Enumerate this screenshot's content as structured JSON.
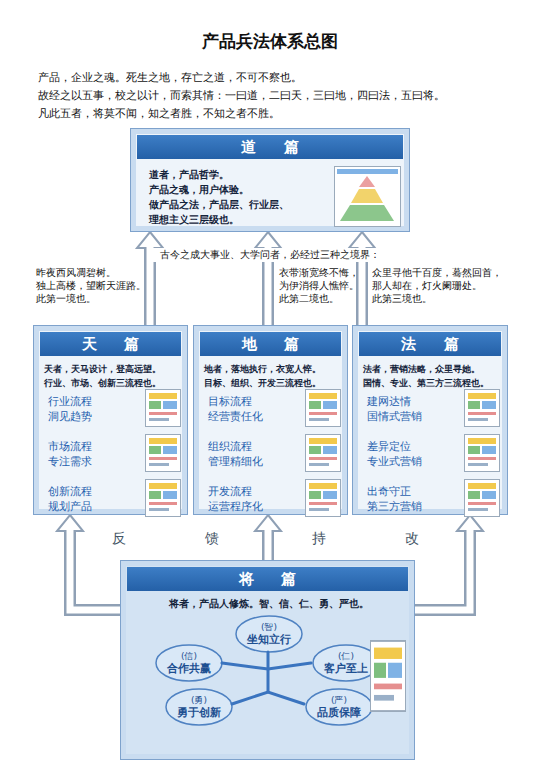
{
  "diagram": {
    "title": "产品兵法体系总图",
    "nodes": [
      {
        "text": [
          "道 篇",
          "道者，产品哲学。 产品之魂，用户体验。 做产品之法，产品层、行业层、 理想主义三层级也。"
        ]
      },
      {
        "text": [
          "天 篇",
          "天者，天马设计，登高远望。 行业、市场、创新三流程也。",
          "行业流程 洞见趋势",
          "市场流程 专注需求",
          "创新流程 规划产品"
        ]
      },
      {
        "text": [
          "地 篇",
          "地者，落地执行，衣宽人悴。 目标、组织、开发三流程也。",
          "目标流程 经营责任化",
          "组织流程 管理精细化",
          "开发流程 运营程序化"
        ]
      },
      {
        "text": [
          "法 篇",
          "法者，营销法略，众里寻她。 国情、专业、第三方三流程也。",
          "建网达情 国情式营销",
          "差异定位 专业式营销",
          "出奇守正 第三方营销"
        ]
      },
      {
        "text": [
          "将 篇",
          "将者，产品人修炼。智、信、仁、勇、严也。"
        ]
      },
      {
        "text": [
          "(智)",
          "坐知立行"
        ],
        "in": 4
      },
      {
        "text": [
          "(信)",
          "合作共赢"
        ],
        "in": 4
      },
      {
        "text": [
          "(仁)",
          "客户至上"
        ],
        "in": 4
      },
      {
        "text": [
          "(勇)",
          "勇于创新"
        ],
        "in": 4
      },
      {
        "text": [
          "(严)",
          "品质保障"
        ],
        "in": 4
      }
    ],
    "edges": [
      {
        "from": 1,
        "to": 0,
        "arrow": "to"
      },
      {
        "from": 2,
        "to": 0,
        "arrow": "to"
      },
      {
        "from": 3,
        "to": 0,
        "arrow": "to"
      },
      {
        "from": 4,
        "to": 1,
        "arrow": "to"
      },
      {
        "from": 4,
        "to": 2,
        "arrow": "to"
      },
      {
        "from": 4,
        "to": 3,
        "arrow": "to"
      }
    ],
    "labels": [
      "产品，企业之魂。死生之地，存亡之道，不可不察也。",
      "故经之以五事，校之以计，而索其情：一曰道，二曰天，三曰地，四曰法，五曰将。",
      "凡此五者，将莫不闻，知之者胜，不知之者不胜。",
      "古今之成大事业、大学问者，必经过三种之境界：",
      "昨夜西风凋碧树。 独上高楼，望断天涯路。 此第一境也。",
      "衣带渐宽终不悔， 为伊消得人憔悴。 此第二境也。",
      "众里寻他千百度，蓦然回首， 那人却在，灯火阑珊处。 此第三境也。",
      "反",
      "馈",
      "持",
      "改"
    ]
  }
}
